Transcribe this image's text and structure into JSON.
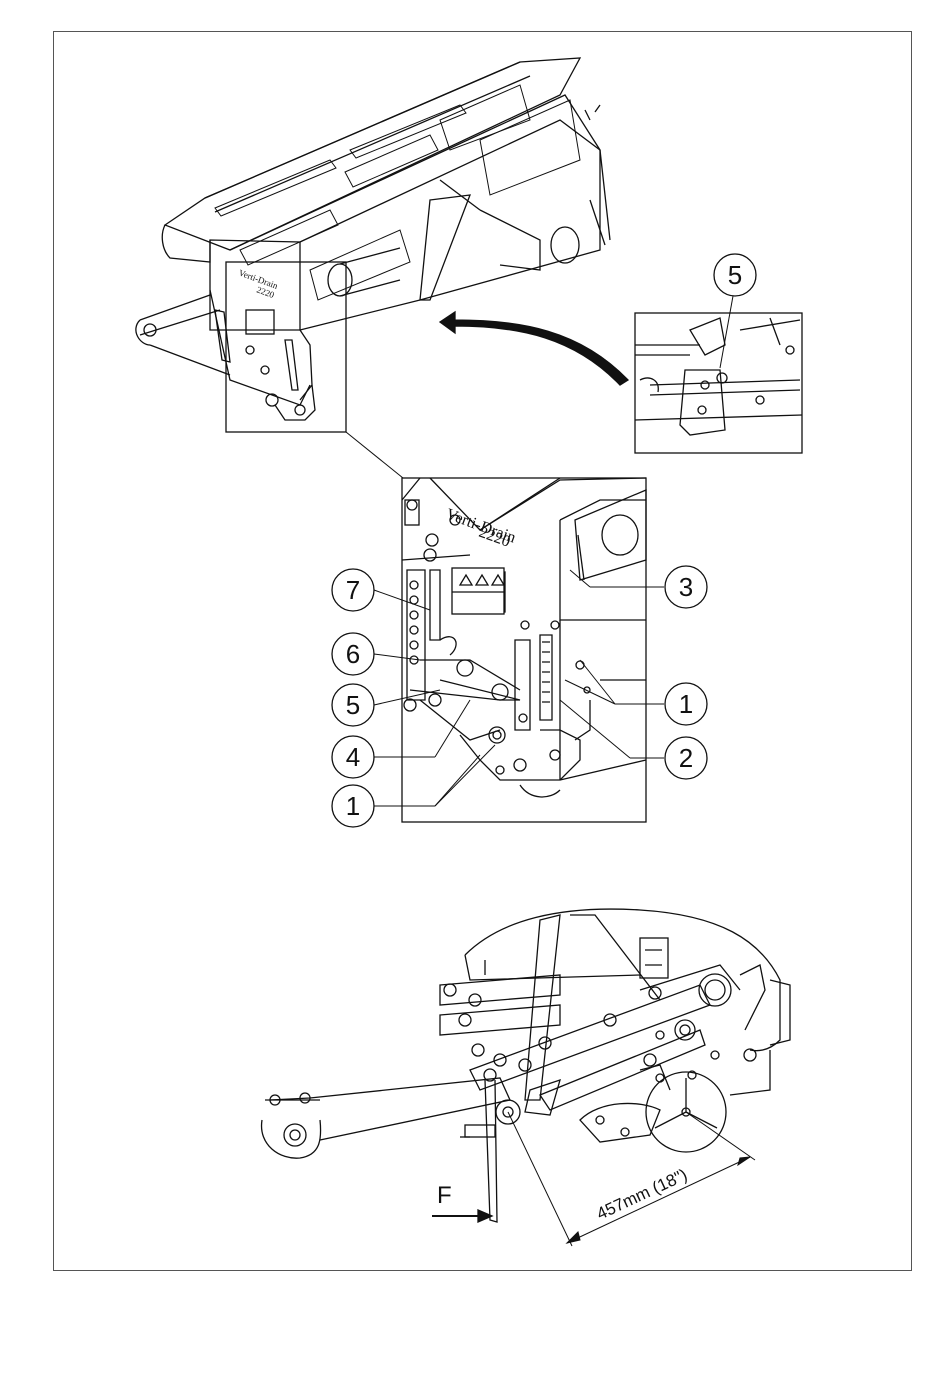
{
  "decal": {
    "brand": "Verti-Drain",
    "model": "2220"
  },
  "callouts": {
    "detail_top": "5",
    "left_7": "7",
    "left_6": "6",
    "left_5": "5",
    "left_4": "4",
    "left_1": "1",
    "right_3": "3",
    "right_1": "1",
    "right_2": "2"
  },
  "dimension": {
    "label": "457mm (18\")"
  },
  "force": {
    "label": "F"
  }
}
